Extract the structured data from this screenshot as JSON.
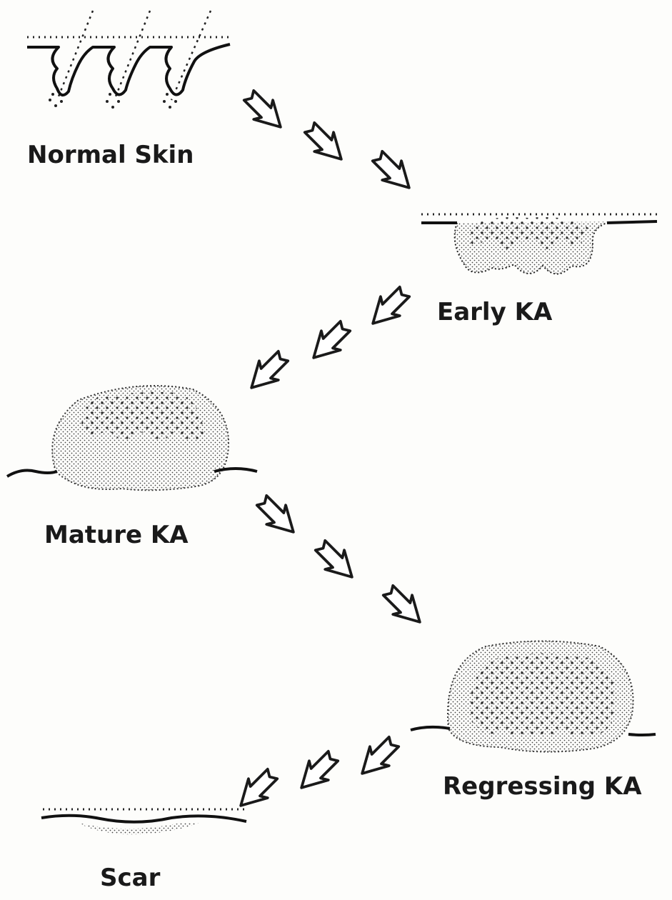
{
  "stages": [
    {
      "id": "normal",
      "label": "Normal Skin"
    },
    {
      "id": "early",
      "label": "Early KA"
    },
    {
      "id": "mature",
      "label": "Mature KA"
    },
    {
      "id": "regressing",
      "label": "Regressing KA"
    },
    {
      "id": "scar",
      "label": "Scar"
    }
  ],
  "colors": {
    "ink": "#1a1a1a",
    "paper": "#fdfdfb",
    "stipple": "#3a3a3a"
  },
  "arrow_icon": "outline-hollow-arrow"
}
